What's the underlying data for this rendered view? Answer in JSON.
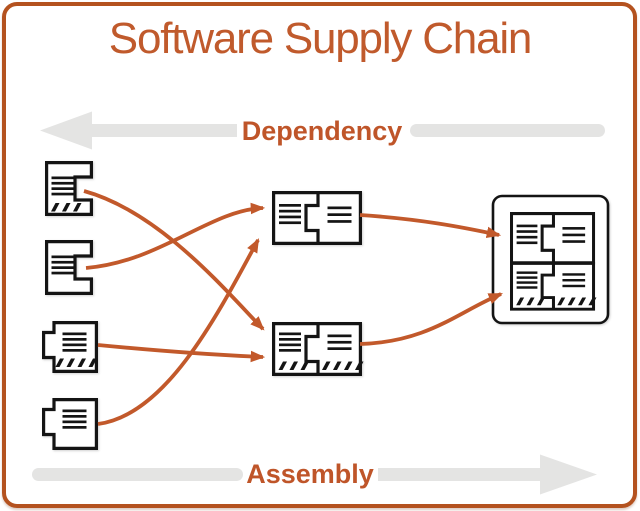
{
  "title": "Software Supply Chain",
  "flows": {
    "dependency": {
      "label": "Dependency",
      "direction": "left"
    },
    "assembly": {
      "label": "Assembly",
      "direction": "right"
    }
  },
  "colors": {
    "accent_orange": "#c0582b",
    "border_orange": "#b4521f",
    "flow_arrow_gray": "#e4e4e3",
    "icon_stroke": "#141414"
  },
  "nodes": {
    "sources": [
      {
        "id": "source-doc-hatched",
        "type": "document-component",
        "hatched": true
      },
      {
        "id": "source-doc-plain",
        "type": "document-component",
        "hatched": false
      },
      {
        "id": "source-pkg-hatched",
        "type": "package-component",
        "hatched": true
      },
      {
        "id": "source-pkg-plain",
        "type": "package-component",
        "hatched": false
      }
    ],
    "intermediates": [
      {
        "id": "module-plain",
        "type": "assembled-module",
        "hatched": false
      },
      {
        "id": "module-hatched",
        "type": "assembled-module",
        "hatched": true
      }
    ],
    "final": {
      "id": "product",
      "type": "assembled-product",
      "module_count": 2
    }
  },
  "edges": [
    {
      "from": "source-doc-hatched",
      "to": "module-hatched"
    },
    {
      "from": "source-doc-plain",
      "to": "module-plain"
    },
    {
      "from": "source-pkg-hatched",
      "to": "module-hatched"
    },
    {
      "from": "source-pkg-plain",
      "to": "module-plain"
    },
    {
      "from": "module-plain",
      "to": "product"
    },
    {
      "from": "module-hatched",
      "to": "product"
    }
  ]
}
